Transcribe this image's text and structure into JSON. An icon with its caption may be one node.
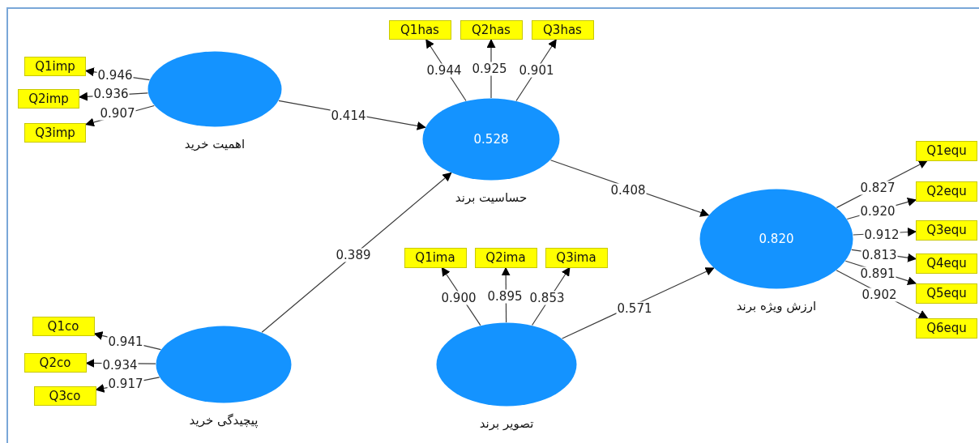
{
  "diagram": {
    "nodes": [
      {
        "text": [
          "اهمیت خرید"
        ]
      },
      {
        "text": [
          "Q1imp"
        ]
      },
      {
        "text": [
          "Q2imp"
        ]
      },
      {
        "text": [
          "Q3imp"
        ]
      },
      {
        "text": [
          "0.528",
          "حساسیت برند"
        ]
      },
      {
        "text": [
          "Q1has"
        ]
      },
      {
        "text": [
          "Q2has"
        ]
      },
      {
        "text": [
          "Q3has"
        ]
      },
      {
        "text": [
          "0.820",
          "ارزش ویژه برند"
        ]
      },
      {
        "text": [
          "Q1equ"
        ]
      },
      {
        "text": [
          "Q2equ"
        ]
      },
      {
        "text": [
          "Q3equ"
        ]
      },
      {
        "text": [
          "Q4equ"
        ]
      },
      {
        "text": [
          "Q5equ"
        ]
      },
      {
        "text": [
          "Q6equ"
        ]
      },
      {
        "text": [
          "پیچیدگی خرید"
        ]
      },
      {
        "text": [
          "Q1co"
        ]
      },
      {
        "text": [
          "Q2co"
        ]
      },
      {
        "text": [
          "Q3co"
        ]
      },
      {
        "text": [
          "تصویر برند"
        ]
      },
      {
        "text": [
          "Q1ima"
        ]
      },
      {
        "text": [
          "Q2ima"
        ]
      },
      {
        "text": [
          "Q3ima"
        ]
      }
    ],
    "edges": [
      {
        "from": 0,
        "to": 4,
        "arrow": "to",
        "label": "0.414"
      },
      {
        "from": 15,
        "to": 4,
        "arrow": "to",
        "label": "0.389"
      },
      {
        "from": 4,
        "to": 8,
        "arrow": "to",
        "label": "0.408"
      },
      {
        "from": 19,
        "to": 8,
        "arrow": "to",
        "label": "0.571"
      },
      {
        "from": 0,
        "to": 1,
        "arrow": "to",
        "label": "0.946"
      },
      {
        "from": 0,
        "to": 2,
        "arrow": "to",
        "label": "0.936"
      },
      {
        "from": 0,
        "to": 3,
        "arrow": "to",
        "label": "0.907"
      },
      {
        "from": 4,
        "to": 5,
        "arrow": "to",
        "label": "0.944"
      },
      {
        "from": 4,
        "to": 6,
        "arrow": "to",
        "label": "0.925"
      },
      {
        "from": 4,
        "to": 7,
        "arrow": "to",
        "label": "0.901"
      },
      {
        "from": 8,
        "to": 9,
        "arrow": "to",
        "label": "0.827"
      },
      {
        "from": 8,
        "to": 10,
        "arrow": "to",
        "label": "0.920"
      },
      {
        "from": 8,
        "to": 11,
        "arrow": "to",
        "label": "0.912"
      },
      {
        "from": 8,
        "to": 12,
        "arrow": "to",
        "label": "0.813"
      },
      {
        "from": 8,
        "to": 13,
        "arrow": "to",
        "label": "0.891"
      },
      {
        "from": 8,
        "to": 14,
        "arrow": "to",
        "label": "0.902"
      },
      {
        "from": 15,
        "to": 16,
        "arrow": "to",
        "label": "0.941"
      },
      {
        "from": 15,
        "to": 17,
        "arrow": "to",
        "label": "0.934"
      },
      {
        "from": 15,
        "to": 18,
        "arrow": "to",
        "label": "0.917"
      },
      {
        "from": 19,
        "to": 20,
        "arrow": "to",
        "label": "0.900"
      },
      {
        "from": 19,
        "to": 21,
        "arrow": "to",
        "label": "0.895"
      },
      {
        "from": 19,
        "to": 22,
        "arrow": "to",
        "label": "0.853"
      }
    ]
  }
}
